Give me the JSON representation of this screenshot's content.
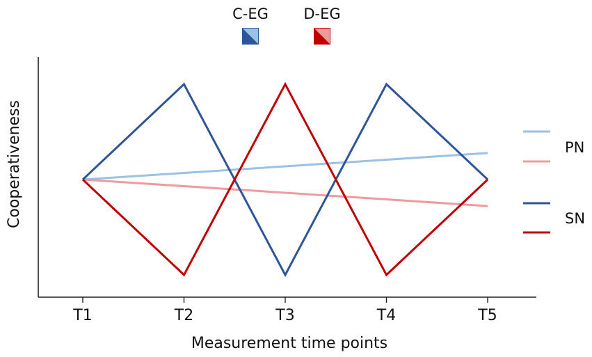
{
  "chart_data": {
    "type": "line",
    "xlabel": "Measurement time points",
    "ylabel": "Cooperativeness",
    "categories": [
      "T1",
      "T2",
      "T3",
      "T4",
      "T5"
    ],
    "ylim": [
      -1,
      1
    ],
    "y_ticks_shown": false,
    "grid": false,
    "legend_groups": {
      "placement": "top-center",
      "items": [
        {
          "label": "C-EG",
          "colors": [
            "#2e5597",
            "#9bc1e6"
          ]
        },
        {
          "label": "D-EG",
          "colors": [
            "#c00000",
            "#ee9aa0"
          ]
        }
      ]
    },
    "legend_lines": {
      "placement": "right",
      "items": [
        {
          "label": "PN",
          "colors": [
            "#9bc1e6",
            "#ee9aa0"
          ]
        },
        {
          "label": "SN",
          "colors": [
            "#2e5597",
            "#c00000"
          ]
        }
      ]
    },
    "series": [
      {
        "group": "C-EG",
        "norm": "PN",
        "color": "#9bc1e6",
        "values": [
          0,
          0.0625,
          0.125,
          0.1875,
          0.25
        ]
      },
      {
        "group": "D-EG",
        "norm": "PN",
        "color": "#ee9aa0",
        "values": [
          0,
          -0.0625,
          -0.125,
          -0.1875,
          -0.25
        ]
      },
      {
        "group": "C-EG",
        "norm": "SN",
        "color": "#2e5597",
        "values": [
          0,
          0.9,
          -0.9,
          0.9,
          0
        ]
      },
      {
        "group": "D-EG",
        "norm": "SN",
        "color": "#c00000",
        "values": [
          0,
          -0.9,
          0.9,
          -0.9,
          0
        ]
      }
    ]
  }
}
